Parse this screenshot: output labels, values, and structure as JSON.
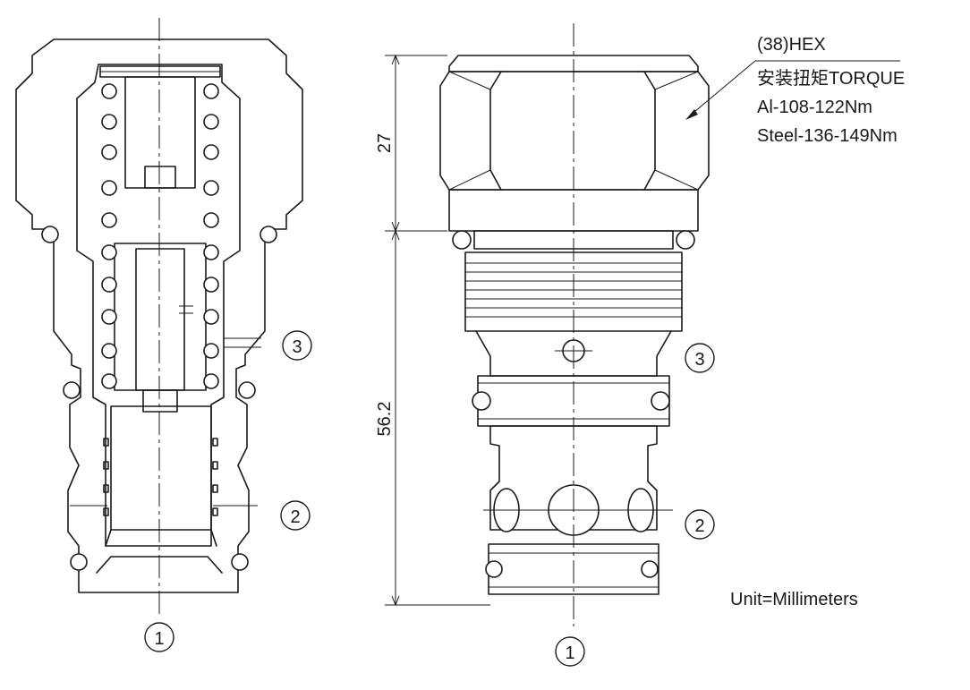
{
  "hex_annotation": {
    "size": "(38)HEX",
    "torque_title": "安装扭矩TORQUE",
    "torque_aluminum": "Al-108-122Nm",
    "torque_steel": "Steel-136-149Nm"
  },
  "dimensions": {
    "hex_height": "27",
    "body_length": "56.2"
  },
  "ports": {
    "port_1": "1",
    "port_2": "2",
    "port_3": "3"
  },
  "unit_note": "Unit=Millimeters"
}
